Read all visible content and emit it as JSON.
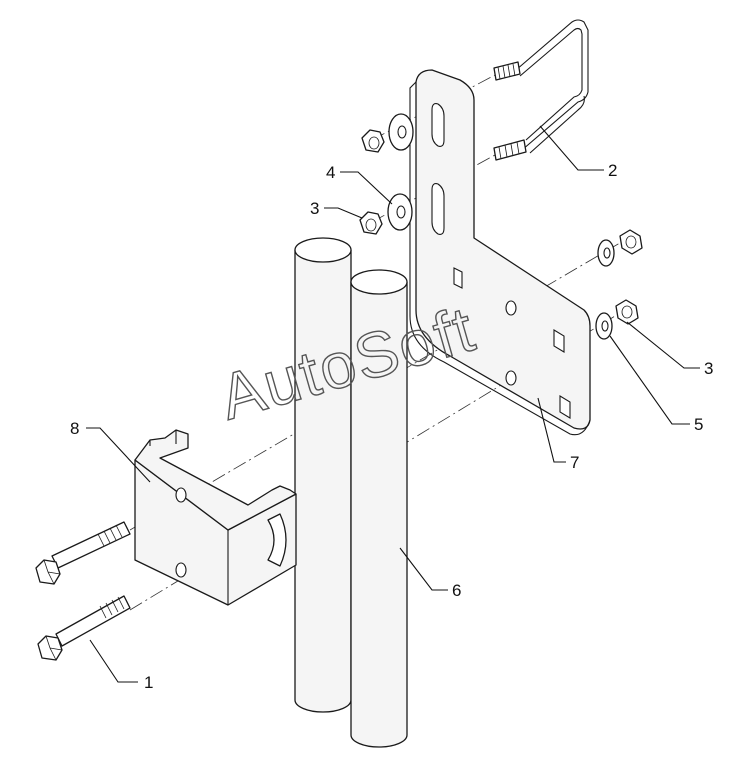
{
  "watermark": "AutoSoft",
  "callouts": [
    {
      "id": "1",
      "label": "1"
    },
    {
      "id": "2",
      "label": "2"
    },
    {
      "id": "3a",
      "label": "3"
    },
    {
      "id": "3b",
      "label": "3"
    },
    {
      "id": "4",
      "label": "4"
    },
    {
      "id": "5",
      "label": "5"
    },
    {
      "id": "6",
      "label": "6"
    },
    {
      "id": "7",
      "label": "7"
    },
    {
      "id": "8",
      "label": "8"
    }
  ],
  "icons": {
    "u_bolt": "u-bolt-icon",
    "bracket_plate": "l-bracket-plate-icon",
    "pipe": "vertical-pipe-icon",
    "clamp": "clamp-bracket-icon",
    "bolt": "hex-bolt-icon",
    "nut": "hex-nut-icon",
    "washer": "washer-icon"
  }
}
